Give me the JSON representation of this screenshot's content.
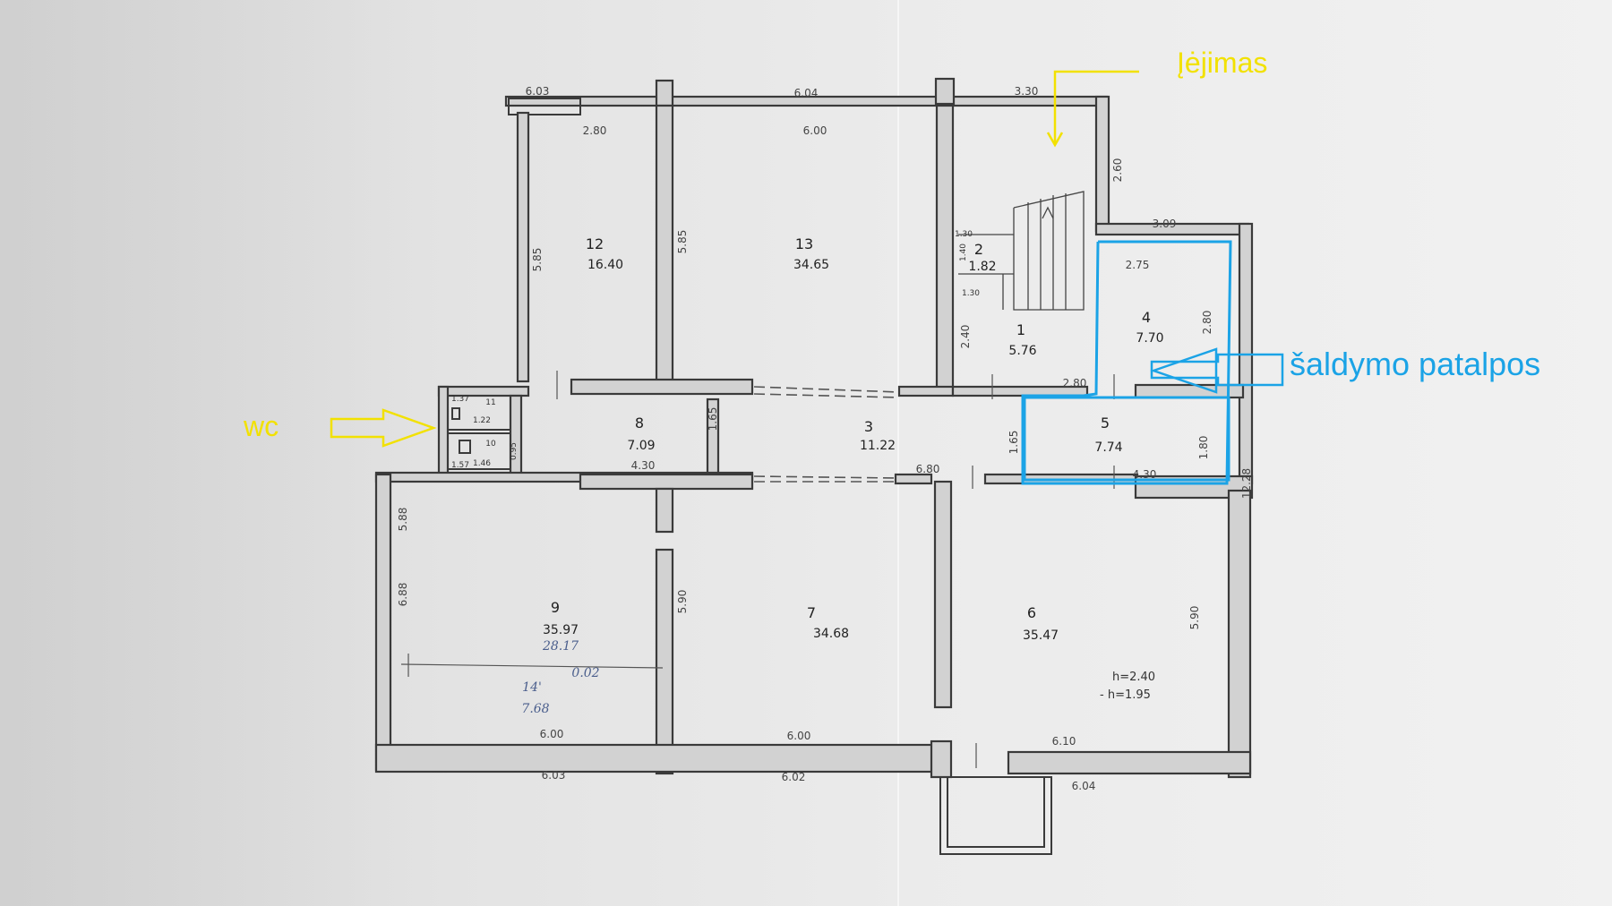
{
  "annotations": {
    "entrance_label": "Įėjimas",
    "wc_label": "wc",
    "cold_rooms_label": "šaldymo patalpos"
  },
  "colors": {
    "annotation_yellow": "#f2e100",
    "annotation_blue": "#1ba3e6",
    "wall_fill": "#d2d2d2",
    "line": "#3a3a3a"
  },
  "rooms": [
    {
      "id": "12",
      "number": "12",
      "area": "16.40"
    },
    {
      "id": "13",
      "number": "13",
      "area": "34.65"
    },
    {
      "id": "2",
      "number": "2",
      "area": "1.82"
    },
    {
      "id": "1",
      "number": "1",
      "area": "5.76"
    },
    {
      "id": "4",
      "number": "4",
      "area": "7.70"
    },
    {
      "id": "5",
      "number": "5",
      "area": "7.74"
    },
    {
      "id": "8",
      "number": "8",
      "area": "7.09"
    },
    {
      "id": "3",
      "number": "3",
      "area": "11.22"
    },
    {
      "id": "11",
      "number": "11",
      "area": "1.22"
    },
    {
      "id": "10",
      "number": "10",
      "area": "1.46"
    },
    {
      "id": "9",
      "number": "9",
      "area": "35.97"
    },
    {
      "id": "7",
      "number": "7",
      "area": "34.68"
    },
    {
      "id": "6",
      "number": "6",
      "area": "35.47"
    }
  ],
  "dimensions": {
    "top_left_outer": "6.03",
    "top_mid_outer": "6.04",
    "top_right_outer": "3.30",
    "room12_width": "2.80",
    "room13_width": "6.00",
    "room12_height": "5.85",
    "room13_height": "5.85",
    "right_upper_height": "2.60",
    "room4_outer_width": "3.09",
    "room4_width": "2.75",
    "room4_height": "2.80",
    "stair_dim_a": "1.30",
    "stair_dim_b": "1.40",
    "stair_dim_c": "1.30",
    "room1_height": "2.40",
    "room1_width": "2.80",
    "corridor_height_a": "1.65",
    "corridor_height_b": "1.65",
    "room5_height": "1.80",
    "room5_width": "4.30",
    "room8_width": "4.30",
    "corridor_dim": "6.80",
    "right_outer_height": "12.28",
    "room9_height": "5.88",
    "room9_height_left": "6.88",
    "room7_height": "5.90",
    "room6_height": "5.90",
    "room9_width": "6.00",
    "room7_width": "6.00",
    "room6_width": "6.10",
    "bottom_left_outer": "6.03",
    "bottom_mid_outer": "6.02",
    "bottom_right_outer": "6.04",
    "wc_dim_a": "1.37",
    "wc_dim_b": "1.57",
    "wc_dim_c": "0.95"
  },
  "notes": {
    "height_main": "h=2.40",
    "height_low": "- h=1.95"
  },
  "handwritten": {
    "room9_total": "28.17",
    "room9_extra_a": "14'",
    "room9_extra_b": "7.68",
    "room9_mark": "0.02"
  }
}
